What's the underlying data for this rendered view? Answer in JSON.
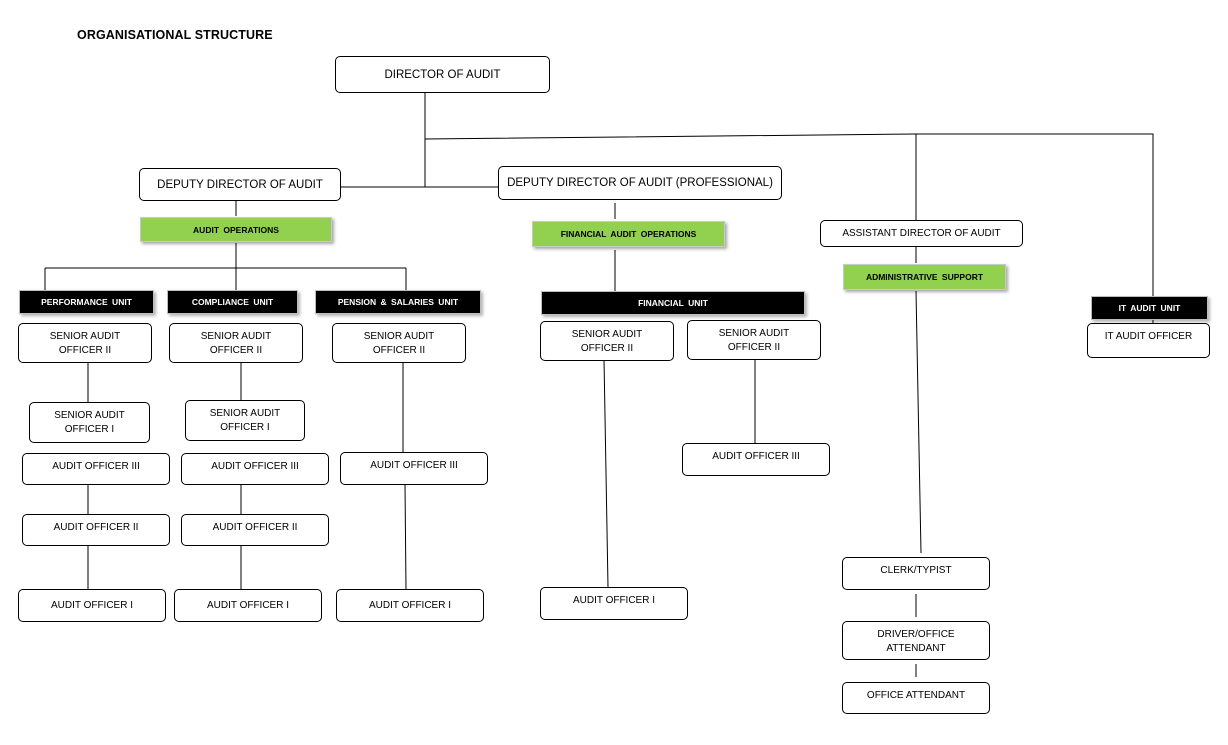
{
  "title": "ORGANISATIONAL STRUCTURE",
  "nodes": {
    "director": "DIRECTOR OF AUDIT",
    "deputy_director": "DEPUTY DIRECTOR OF AUDIT",
    "deputy_director_professional": "DEPUTY DIRECTOR OF AUDIT (PROFESSIONAL)",
    "assistant_director": "ASSISTANT DIRECTOR OF AUDIT",
    "audit_operations": "AUDIT  OPERATIONS",
    "financial_audit_operations": "FINANCIAL  AUDIT  OPERATIONS",
    "administrative_support": "ADMINISTRATIVE   SUPPORT",
    "performance_unit": "PERFORMANCE  UNIT",
    "compliance_unit": "COMPLIANCE  UNIT",
    "pension_salaries_unit": "PENSION  &  SALARIES  UNIT",
    "financial_unit": "FINANCIAL  UNIT",
    "it_audit_unit": "IT AUDIT  UNIT",
    "it_audit_officer": "IT AUDIT OFFICER",
    "senior_audit_officer_ii": "SENIOR AUDIT OFFICER II",
    "senior_audit_officer_i": "SENIOR AUDIT OFFICER I",
    "audit_officer_iii": "AUDIT OFFICER III",
    "audit_officer_ii": "AUDIT OFFICER II",
    "audit_officer_i": "AUDIT OFFICER I",
    "clerk_typist": "CLERK/TYPIST",
    "driver_office_attendant": "DRIVER/OFFICE ATTENDANT",
    "office_attendant": "OFFICE ATTENDANT"
  }
}
